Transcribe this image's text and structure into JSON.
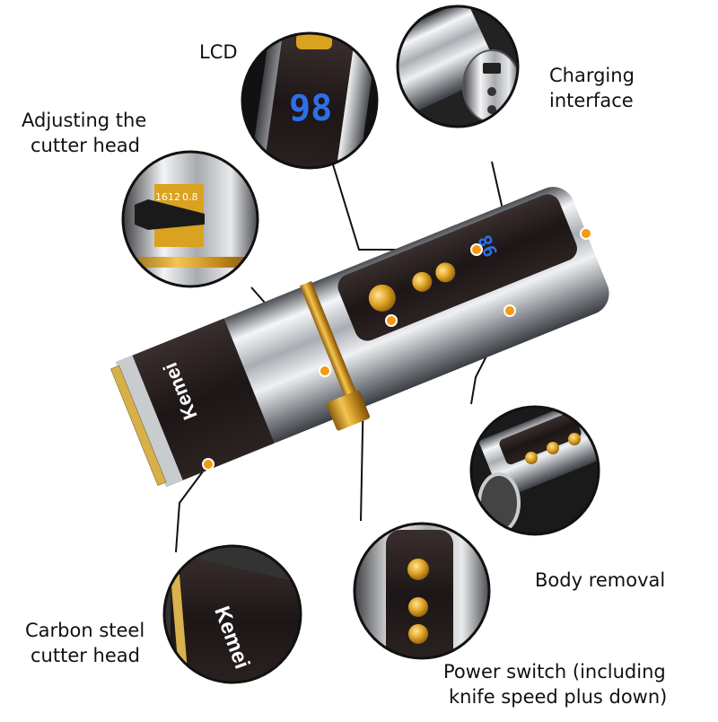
{
  "labels": {
    "lcd": "LCD",
    "adjusting_line1": "Adjusting the",
    "adjusting_line2": "cutter head",
    "charging_line1": "Charging",
    "charging_line2": "interface",
    "body_removal": "Body removal",
    "carbon_line1": "Carbon steel",
    "carbon_line2": "cutter head",
    "power_line1": "Power switch (including",
    "power_line2": "knife speed plus down)"
  },
  "brand": "Kemei",
  "display_value": "98",
  "adjuster_scale": [
    "16",
    "12",
    "0.8"
  ],
  "colors": {
    "gold": "#d9a21f",
    "marker_orange": "#f59a10",
    "chrome_light": "#e9ecef",
    "chrome_dark": "#6b6e72",
    "body_dark": "#241c1c",
    "lcd_blue": "#2d6fe8"
  }
}
